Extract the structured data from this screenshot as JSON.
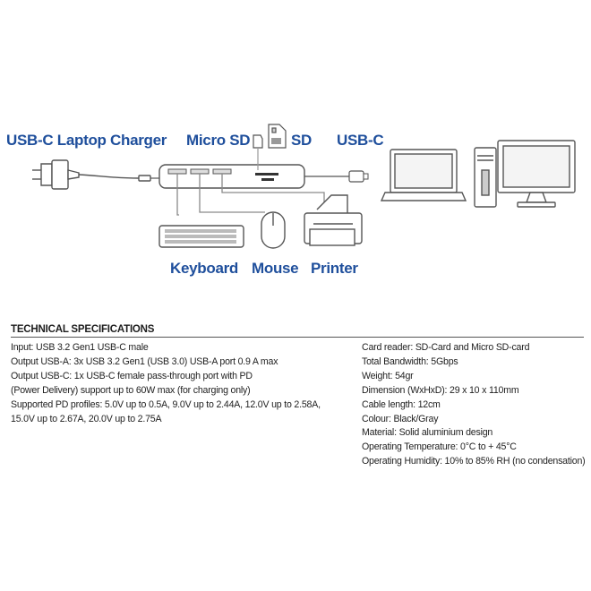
{
  "diagram": {
    "labels": {
      "laptop_charger": "USB-C Laptop Charger",
      "micro_sd": "Micro SD",
      "sd": "SD",
      "usb_c": "USB-C",
      "keyboard": "Keyboard",
      "mouse": "Mouse",
      "printer": "Printer"
    },
    "colors": {
      "label_blue": "#1f4f9c",
      "line_gray": "#8a8a8a"
    }
  },
  "specs": {
    "title": "TECHNICAL SPECIFICATIONS",
    "left": [
      "Input: USB 3.2 Gen1 USB-C male",
      "Output USB-A: 3x USB 3.2 Gen1 (USB 3.0) USB-A port 0.9 A max",
      "Output USB-C: 1x USB-C female pass-through port with PD",
      "(Power Delivery) support up to 60W max (for charging only)",
      "Supported PD profiles: 5.0V up to 0.5A, 9.0V up to 2.44A, 12.0V up to 2.58A,",
      "15.0V up to 2.67A, 20.0V up to 2.75A"
    ],
    "right": [
      "Card reader: SD-Card and Micro SD-card",
      "Total Bandwidth: 5Gbps",
      "Weight: 54gr",
      "Dimension (WxHxD): 29 x 10 x 110mm",
      "Cable length: 12cm",
      "Colour: Black/Gray",
      "Material: Solid aluminium design",
      "Operating Temperature: 0°C to + 45°C",
      "Operating Humidity: 10% to 85% RH (no condensation)"
    ]
  }
}
